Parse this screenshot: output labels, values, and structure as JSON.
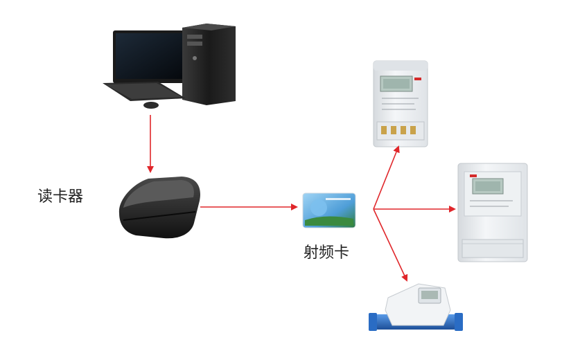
{
  "labels": {
    "card_reader": "读卡器",
    "rf_card": "射频卡"
  },
  "nodes": [
    {
      "id": "computer",
      "icon": "desktop-computer-icon"
    },
    {
      "id": "card_reader",
      "icon": "card-reader-icon"
    },
    {
      "id": "rf_card",
      "icon": "rf-card-icon"
    },
    {
      "id": "single_phase_meter",
      "icon": "electric-meter-icon"
    },
    {
      "id": "three_phase_meter",
      "icon": "electric-meter-icon"
    },
    {
      "id": "water_meter",
      "icon": "water-meter-icon"
    }
  ],
  "edges": [
    {
      "from": "computer",
      "to": "card_reader"
    },
    {
      "from": "card_reader",
      "to": "rf_card"
    },
    {
      "from": "rf_card",
      "to": "single_phase_meter"
    },
    {
      "from": "rf_card",
      "to": "three_phase_meter"
    },
    {
      "from": "rf_card",
      "to": "water_meter"
    }
  ],
  "colors": {
    "arrow": "#e0262a",
    "meter_body": "#e9ecef",
    "card": "#6fb4e8",
    "reader": "#2b2b2b",
    "water_pipe": "#2a6cc4"
  }
}
